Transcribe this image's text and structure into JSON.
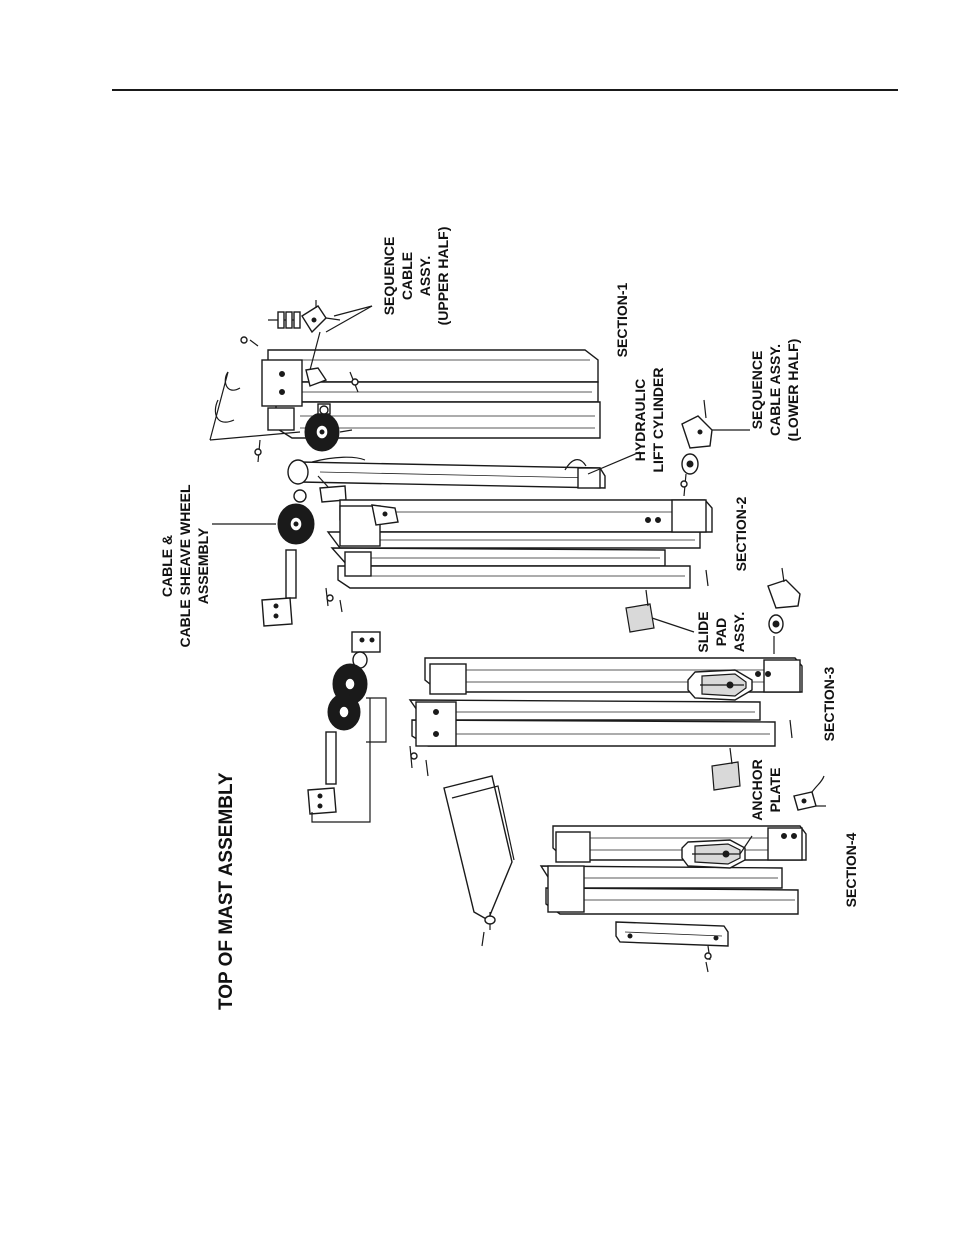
{
  "title": "TOP OF MAST ASSEMBLY",
  "labels": {
    "sequence_upper": [
      "SEQUENCE",
      "CABLE",
      "ASSY.",
      "(UPPER HALF)"
    ],
    "section1": "SECTION-1",
    "hydraulic": [
      "HYDRAULIC",
      "LIFT CYLINDER"
    ],
    "sequence_lower": [
      "SEQUENCE",
      "CABLE ASSY.",
      "(LOWER HALF)"
    ],
    "cable_sheave": [
      "CABLE &",
      "CABLE SHEAVE WHEEL",
      "ASSEMBLY"
    ],
    "section2": "SECTION-2",
    "slide_pad": [
      "SLIDE",
      "PAD",
      "ASSY."
    ],
    "section3": "SECTION-3",
    "anchor_plate": [
      "ANCHOR",
      "PLATE"
    ],
    "section4": "SECTION-4"
  }
}
